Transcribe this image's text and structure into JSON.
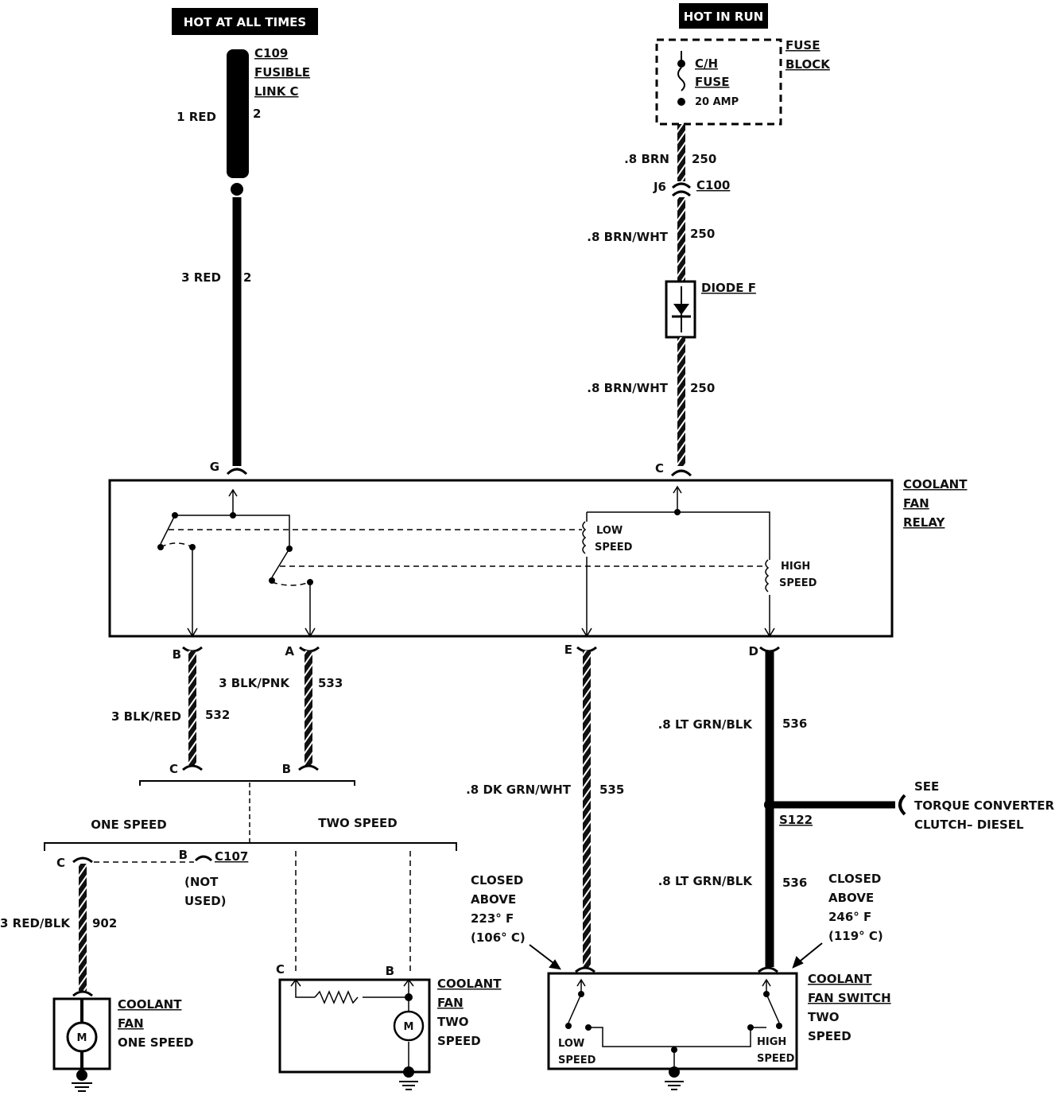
{
  "headers": {
    "hot_at_all_times": "HOT AT ALL TIMES",
    "hot_in_run": "HOT IN RUN"
  },
  "fusible_link": {
    "connector": "C109",
    "line1": "FUSIBLE",
    "line2": "LINK C",
    "wire_label": "1 RED",
    "circuit": "2"
  },
  "wire_3red": {
    "label": "3 RED",
    "circuit": "2"
  },
  "fuse_block": {
    "title1": "FUSE",
    "title2": "BLOCK",
    "fuse_line1": "C/H",
    "fuse_line2": "FUSE",
    "rating": "20 AMP"
  },
  "wire_brn": {
    "label": ".8 BRN",
    "circuit": "250"
  },
  "c100": {
    "pin": "J6",
    "connector": "C100"
  },
  "wire_brnwht_upper": {
    "label": ".8 BRN/WHT",
    "circuit": "250"
  },
  "diode": {
    "label": "DIODE F"
  },
  "wire_brnwht_lower": {
    "label": ".8 BRN/WHT",
    "circuit": "250"
  },
  "relay": {
    "title1": "COOLANT",
    "title2": "FAN",
    "title3": "RELAY",
    "pin_g": "G",
    "pin_c": "C",
    "pin_b": "B",
    "pin_a": "A",
    "pin_e": "E",
    "pin_d": "D",
    "low_coil_1": "LOW",
    "low_coil_2": "SPEED",
    "high_coil_1": "HIGH",
    "high_coil_2": "SPEED"
  },
  "wire_532": {
    "label": "3 BLK/RED",
    "circuit": "532",
    "end_pin": "C"
  },
  "wire_533": {
    "label": "3 BLK/PNK",
    "circuit": "533",
    "end_pin": "B"
  },
  "options": {
    "one_speed": "ONE SPEED",
    "two_speed": "TWO SPEED"
  },
  "c107": {
    "pin_c": "C",
    "pin_b": "B",
    "connector": "C107",
    "note1": "(NOT",
    "note2": "USED)"
  },
  "wire_902": {
    "label": "3 RED/BLK",
    "circuit": "902"
  },
  "fan_one": {
    "line1": "COOLANT",
    "line2": "FAN",
    "line3": "ONE SPEED",
    "motor": "M"
  },
  "fan_two": {
    "pin_c": "C",
    "pin_b": "B",
    "line1": "COOLANT",
    "line2": "FAN",
    "line3": "TWO",
    "line4": "SPEED",
    "motor": "M"
  },
  "wire_535": {
    "label": ".8 DK GRN/WHT",
    "circuit": "535"
  },
  "wire_536_upper": {
    "label": ".8 LT GRN/BLK",
    "circuit": "536"
  },
  "wire_536_lower": {
    "label": ".8 LT GRN/BLK",
    "circuit": "536"
  },
  "splice": {
    "label": "S122"
  },
  "see_ref": {
    "line1": "SEE",
    "line2": "TORQUE CONVERTER",
    "line3": "CLUTCH– DIESEL"
  },
  "low_note": {
    "line1": "CLOSED",
    "line2": "ABOVE",
    "line3": "223° F",
    "line4": "(106° C)"
  },
  "high_note": {
    "line1": "CLOSED",
    "line2": "ABOVE",
    "line3": "246° F",
    "line4": "(119° C)"
  },
  "fan_switch": {
    "line1": "COOLANT",
    "line2": "FAN SWITCH",
    "line3": "TWO",
    "line4": "SPEED",
    "low_1": "LOW",
    "low_2": "SPEED",
    "high_1": "HIGH",
    "high_2": "SPEED"
  }
}
